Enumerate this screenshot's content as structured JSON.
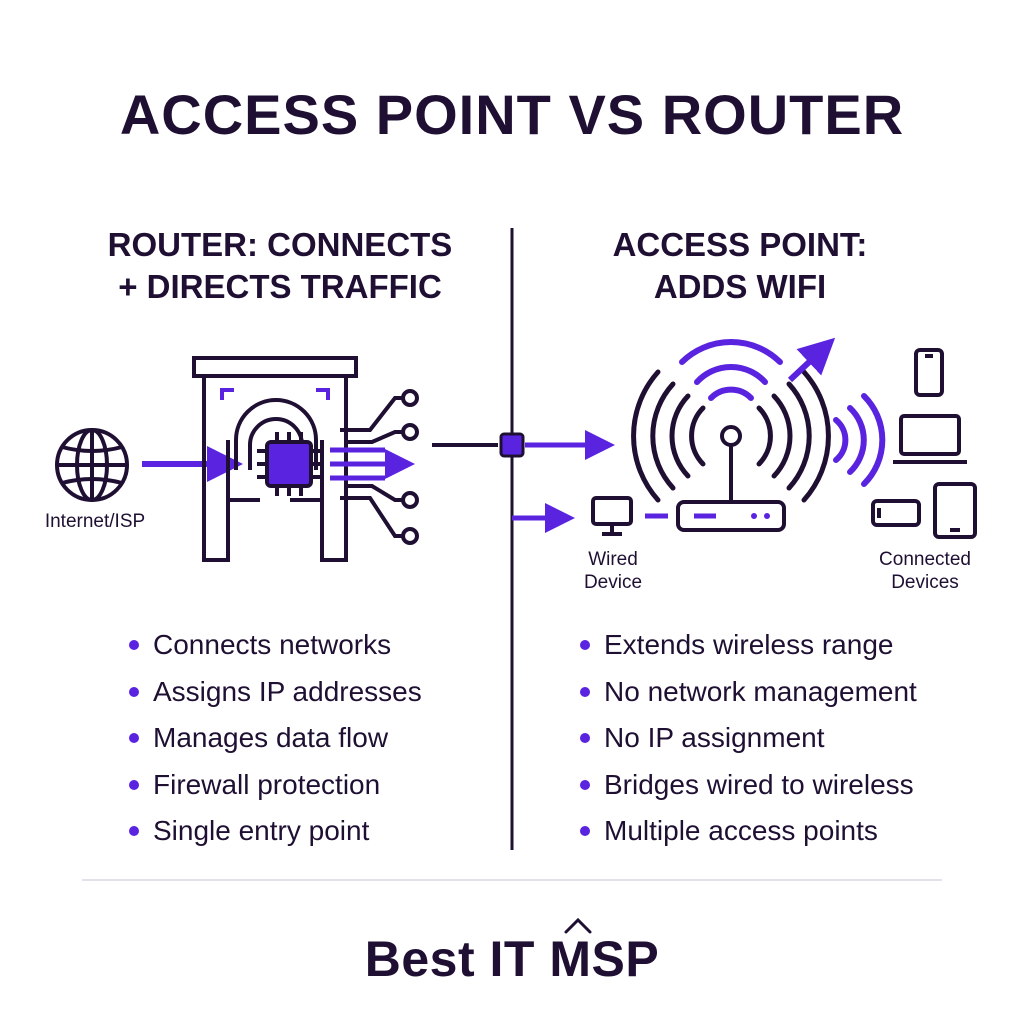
{
  "title": "ACCESS POINT VS ROUTER",
  "router": {
    "heading_line1": "ROUTER: CONNECTS",
    "heading_line2": "+ DIRECTS TRAFFIC",
    "internet_label": "Internet/ISP",
    "bullets": [
      "Connects networks",
      "Assigns IP addresses",
      "Manages data flow",
      "Firewall protection",
      "Single entry point"
    ]
  },
  "access_point": {
    "heading_line1": "ACCESS POINT:",
    "heading_line2": "ADDS WIFI",
    "wired_label_line1": "Wired",
    "wired_label_line2": "Device",
    "devices_label_line1": "Connected",
    "devices_label_line2": "Devices",
    "bullets": [
      "Extends wireless range",
      "No network management",
      "No IP assignment",
      "Bridges wired to wireless",
      "Multiple access points"
    ]
  },
  "brand": "Best IT MSP",
  "colors": {
    "ink": "#1f1033",
    "accent": "#5a23e0"
  }
}
